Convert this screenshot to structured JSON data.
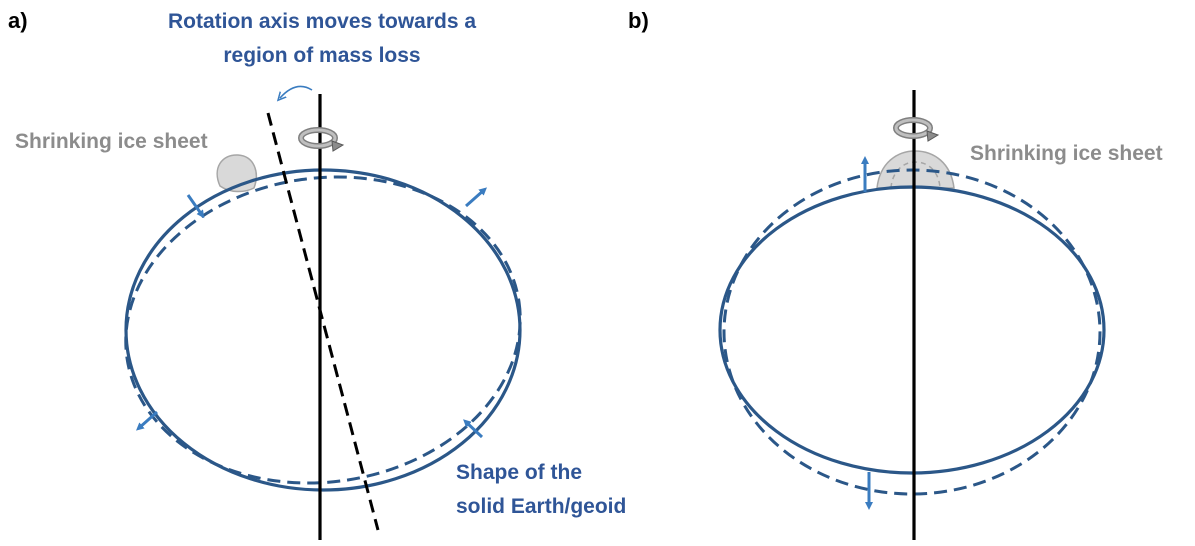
{
  "panel_a": {
    "label": "a)",
    "caption_line1": "Rotation axis moves towards a",
    "caption_line2": "region of mass loss",
    "ice_label": "Shrinking ice sheet",
    "shape_line1": "Shape of the",
    "shape_line2": "solid Earth/geoid"
  },
  "panel_b": {
    "label": "b)",
    "ice_label": "Shrinking ice sheet"
  },
  "colors": {
    "earth_outline": "#2b5788",
    "arrow": "#3a7cc0",
    "caption": "#2f5597",
    "gray_text": "#8c8c8c",
    "ice_fill": "#d9d9d9",
    "ice_stroke": "#a6a6a6",
    "axis": "#000000"
  },
  "icons": {
    "rotation": "rotation-arrow-icon"
  }
}
